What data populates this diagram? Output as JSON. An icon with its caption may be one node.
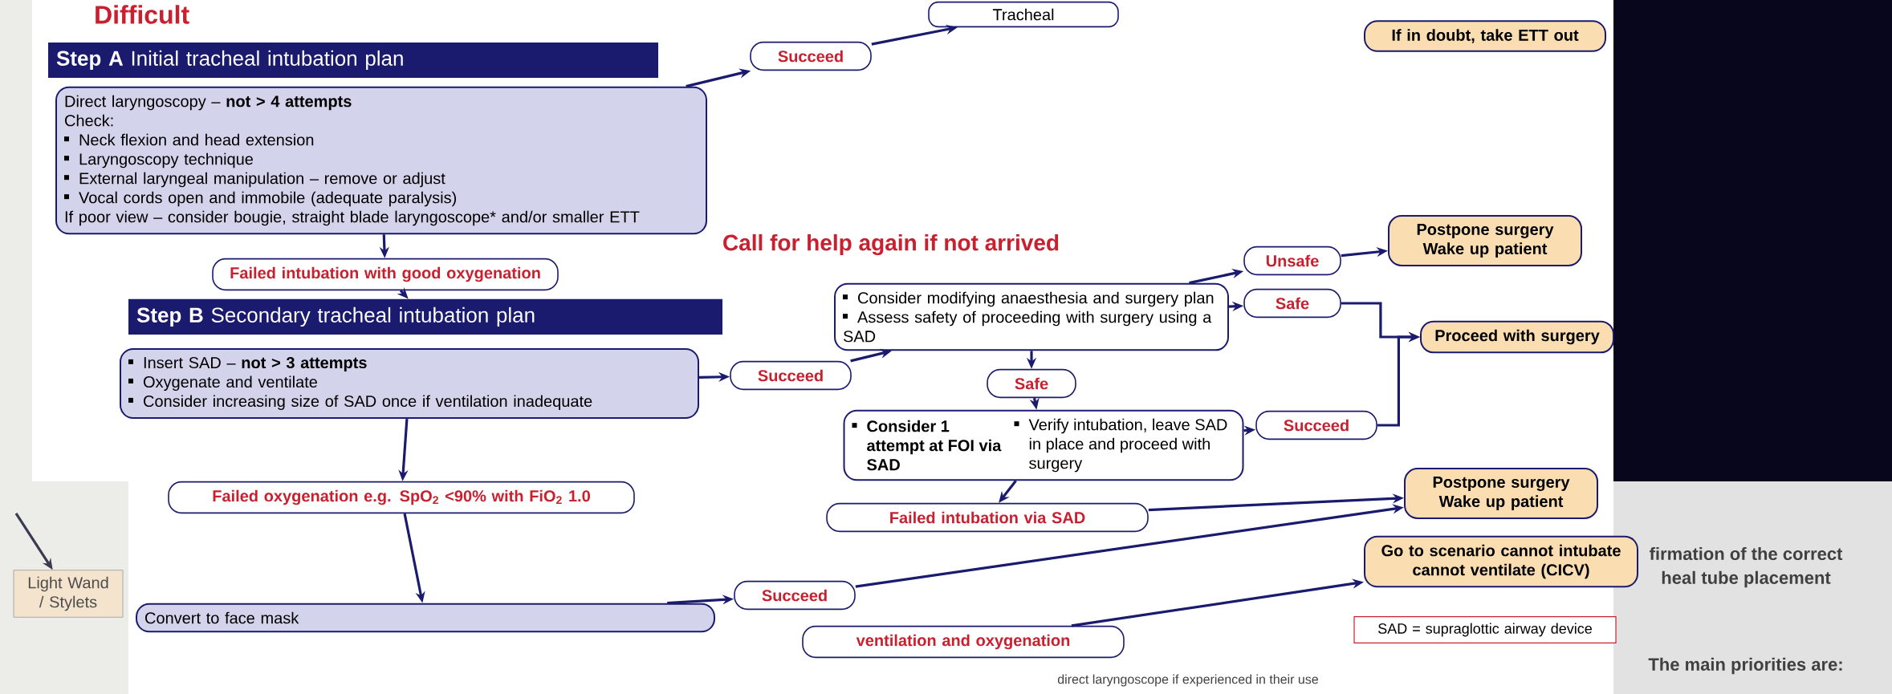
{
  "diagram": {
    "title": "Difficult",
    "nodes": [
      {
        "text": [
          "**Step A** Initial tracheal intubation plan"
        ]
      },
      {
        "text": [
          "Direct laryngoscopy – **not > 4 attempts**",
          "Check:",
          "Neck flexion and head extension",
          "Laryngoscopy technique",
          "External laryngeal manipulation – remove or adjust",
          "Vocal cords open and immobile (adequate paralysis)",
          "If poor view – consider bougie, straight blade laryngoscope* and/or smaller ETT"
        ]
      },
      {
        "text": [
          "Succeed"
        ]
      },
      {
        "text": [
          "Tracheal"
        ]
      },
      {
        "text": [
          "If in doubt, take ETT out"
        ]
      },
      {
        "text": [
          "Failed intubation with good oxygenation"
        ]
      },
      {
        "text": [
          "**Step B** Secondary tracheal intubation plan"
        ]
      },
      {
        "text": [
          "Insert SAD – **not > 3 attempts**",
          "Oxygenate and ventilate",
          "Consider increasing size of SAD once if ventilation inadequate"
        ]
      },
      {
        "text": [
          "Succeed"
        ]
      },
      {
        "text": [
          "Consider modifying anaesthesia and surgery plan",
          "Assess safety of proceeding with surgery using a SAD"
        ]
      },
      {
        "text": [
          "Unsafe"
        ]
      },
      {
        "text": [
          "Safe"
        ]
      },
      {
        "text": [
          "Postpone surgery Wake up patient"
        ]
      },
      {
        "text": [
          "Proceed with surgery"
        ]
      },
      {
        "text": [
          "Safe"
        ]
      },
      {
        "text": [
          "Consider 1 attempt at FOI via SAD",
          "Verify intubation, leave SAD in place and proceed with surgery"
        ]
      },
      {
        "text": [
          "Succeed"
        ]
      },
      {
        "text": [
          "Postpone surgery Wake up patient"
        ]
      },
      {
        "text": [
          "Failed intubation via SAD"
        ]
      },
      {
        "text": [
          "Go to scenario cannot intubate cannot ventilate (CICV)"
        ]
      },
      {
        "text": [
          "Failed oxygenation e.g. SpO$_{2}$ <90% with FiO$_{2}$ 1.0"
        ]
      },
      {
        "text": [
          "Convert to face mask"
        ]
      },
      {
        "text": [
          "Succeed"
        ]
      },
      {
        "text": [
          "ventilation and oxygenation"
        ]
      },
      {
        "text": [
          "SAD = supraglottic airway device"
        ]
      },
      {
        "text": [
          "Light Wand / Stylets"
        ]
      }
    ],
    "edges": [
      {
        "from": 1,
        "to": 2,
        "arrow": "to"
      },
      {
        "from": 2,
        "to": 3,
        "arrow": "to"
      },
      {
        "from": 1,
        "to": 5,
        "arrow": "to"
      },
      {
        "from": 5,
        "to": 6,
        "arrow": "to"
      },
      {
        "from": 7,
        "to": 8,
        "arrow": "to"
      },
      {
        "from": 8,
        "to": 9,
        "arrow": "to"
      },
      {
        "from": 9,
        "to": 10,
        "arrow": "to"
      },
      {
        "from": 9,
        "to": 11,
        "arrow": "to"
      },
      {
        "from": 10,
        "to": 12,
        "arrow": "to"
      },
      {
        "from": 11,
        "to": 13,
        "arrow": "to"
      },
      {
        "from": 9,
        "to": 14,
        "arrow": "to"
      },
      {
        "from": 14,
        "to": 15,
        "arrow": "to"
      },
      {
        "from": 15,
        "to": 16,
        "arrow": "to"
      },
      {
        "from": 16,
        "to": 13,
        "arrow": "to"
      },
      {
        "from": 15,
        "to": 18,
        "arrow": "to"
      },
      {
        "from": 18,
        "to": 17,
        "arrow": "to"
      },
      {
        "from": 7,
        "to": 20,
        "arrow": "to"
      },
      {
        "from": 20,
        "to": 21,
        "arrow": "to"
      },
      {
        "from": 21,
        "to": 22,
        "arrow": "to"
      },
      {
        "from": 22,
        "to": 17,
        "arrow": "to"
      },
      {
        "from": 23,
        "to": 19,
        "arrow": "to"
      },
      {
        "from": null,
        "to": 25,
        "arrow": "to",
        "color": "#3a3a50"
      }
    ],
    "labels": [
      "Call for help again if not arrived",
      "direct laryngoscope if experienced in their use",
      "firmation of the correct",
      "heal tube placement",
      "The main priorities are:"
    ]
  }
}
